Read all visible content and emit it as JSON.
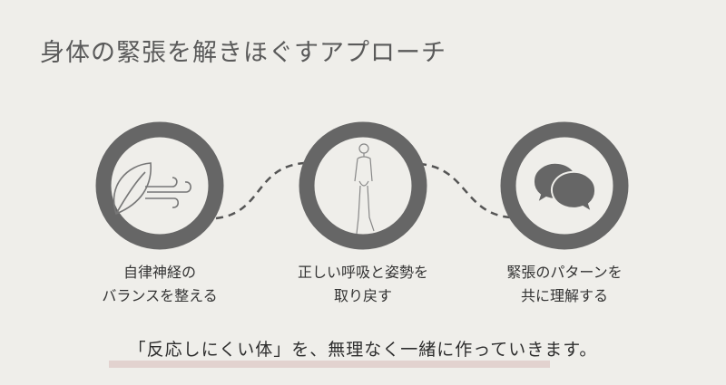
{
  "title": "身体の緊張を解きほぐすアプローチ",
  "steps": [
    {
      "icon": "leaf-wind-icon",
      "line1": "自律神経の",
      "line2": "バランスを整える"
    },
    {
      "icon": "human-figure-icon",
      "line1": "正しい呼吸と姿勢を",
      "line2": "取り戻す"
    },
    {
      "icon": "speech-bubbles-icon",
      "line1": "緊張のパターンを",
      "line2": "共に理解する"
    }
  ],
  "tagline": "「反応しにくい体」を、無理なく一緒に作っていきます。",
  "colors": {
    "background": "#efeeea",
    "ring": "#666666",
    "highlight": "#e2d2cf"
  }
}
